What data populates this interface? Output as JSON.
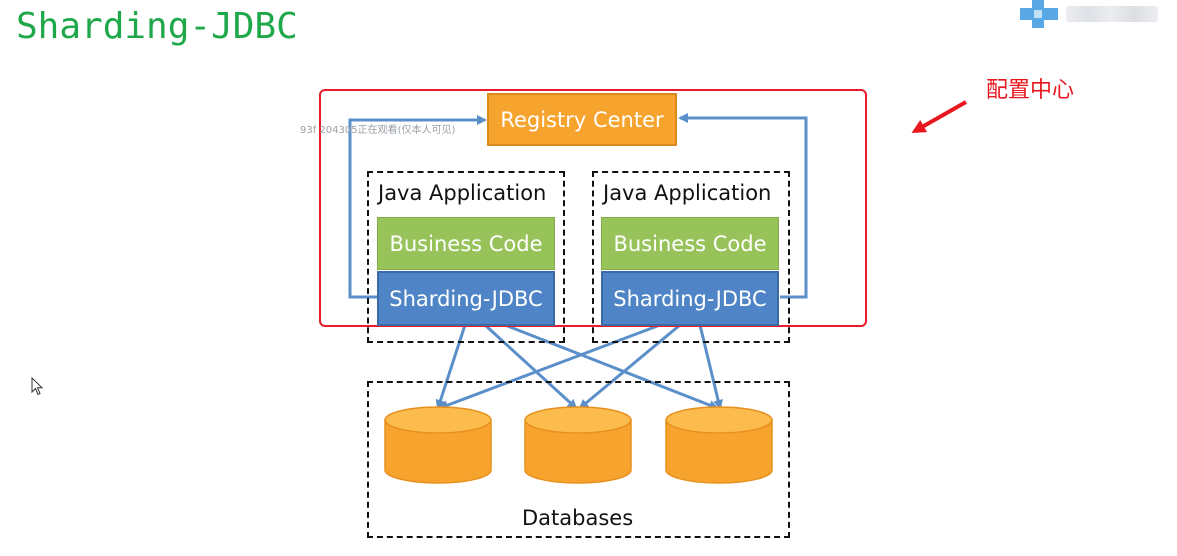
{
  "title": "Sharding-JDBC",
  "annotation": "配置中心",
  "watermark": "93f 204305正在观看(仅本人可见)",
  "diagram": {
    "registry_center": "Registry Center",
    "applications": [
      {
        "label": "Java Application",
        "business": "Business Code",
        "sharding": "Sharding-JDBC"
      },
      {
        "label": "Java Application",
        "business": "Business Code",
        "sharding": "Sharding-JDBC"
      }
    ],
    "databases_label": "Databases"
  },
  "colors": {
    "title": "#1fa84a",
    "highlight": "#ea1b2b",
    "registry": "#f7a42e",
    "business": "#98c35a",
    "sharding": "#4f85c6",
    "database": "#f9a825",
    "arrow": "#5b8fc9"
  }
}
